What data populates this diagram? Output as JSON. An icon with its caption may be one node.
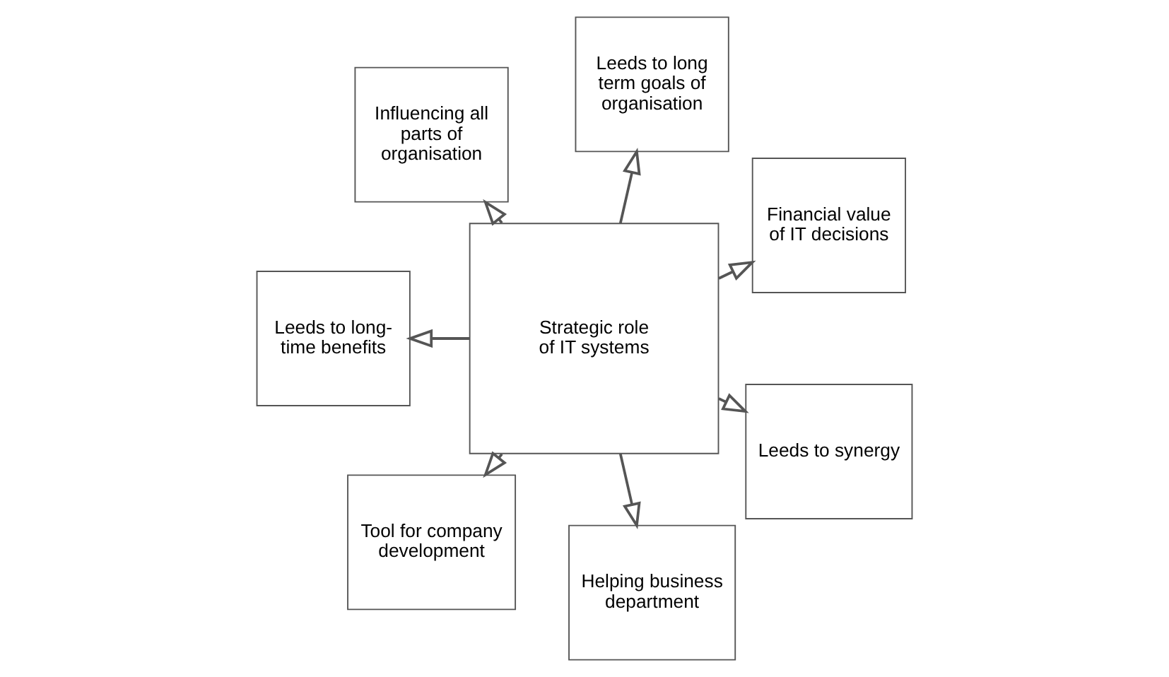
{
  "diagram": {
    "nodes": [
      {
        "text": [
          "Strategic role of IT systems"
        ]
      },
      {
        "text": [
          "Financial value of IT decisions"
        ]
      },
      {
        "text": [
          "Leeds to long term goals of organisation"
        ]
      },
      {
        "text": [
          "Influencing all parts of organisation"
        ]
      },
      {
        "text": [
          "Leeds to long-time benefits"
        ]
      },
      {
        "text": [
          "Tool for company development"
        ]
      },
      {
        "text": [
          "Helping business department"
        ]
      },
      {
        "text": [
          "Leeds to synergy"
        ]
      }
    ],
    "edges": [
      {
        "from": 0,
        "to": 1,
        "arrow": "to"
      },
      {
        "from": 0,
        "to": 2,
        "arrow": "to"
      },
      {
        "from": 0,
        "to": 3,
        "arrow": "to"
      },
      {
        "from": 0,
        "to": 4,
        "arrow": "to"
      },
      {
        "from": 0,
        "to": 5,
        "arrow": "to"
      },
      {
        "from": 0,
        "to": 6,
        "arrow": "to"
      },
      {
        "from": 0,
        "to": 7,
        "arrow": "to"
      }
    ]
  }
}
